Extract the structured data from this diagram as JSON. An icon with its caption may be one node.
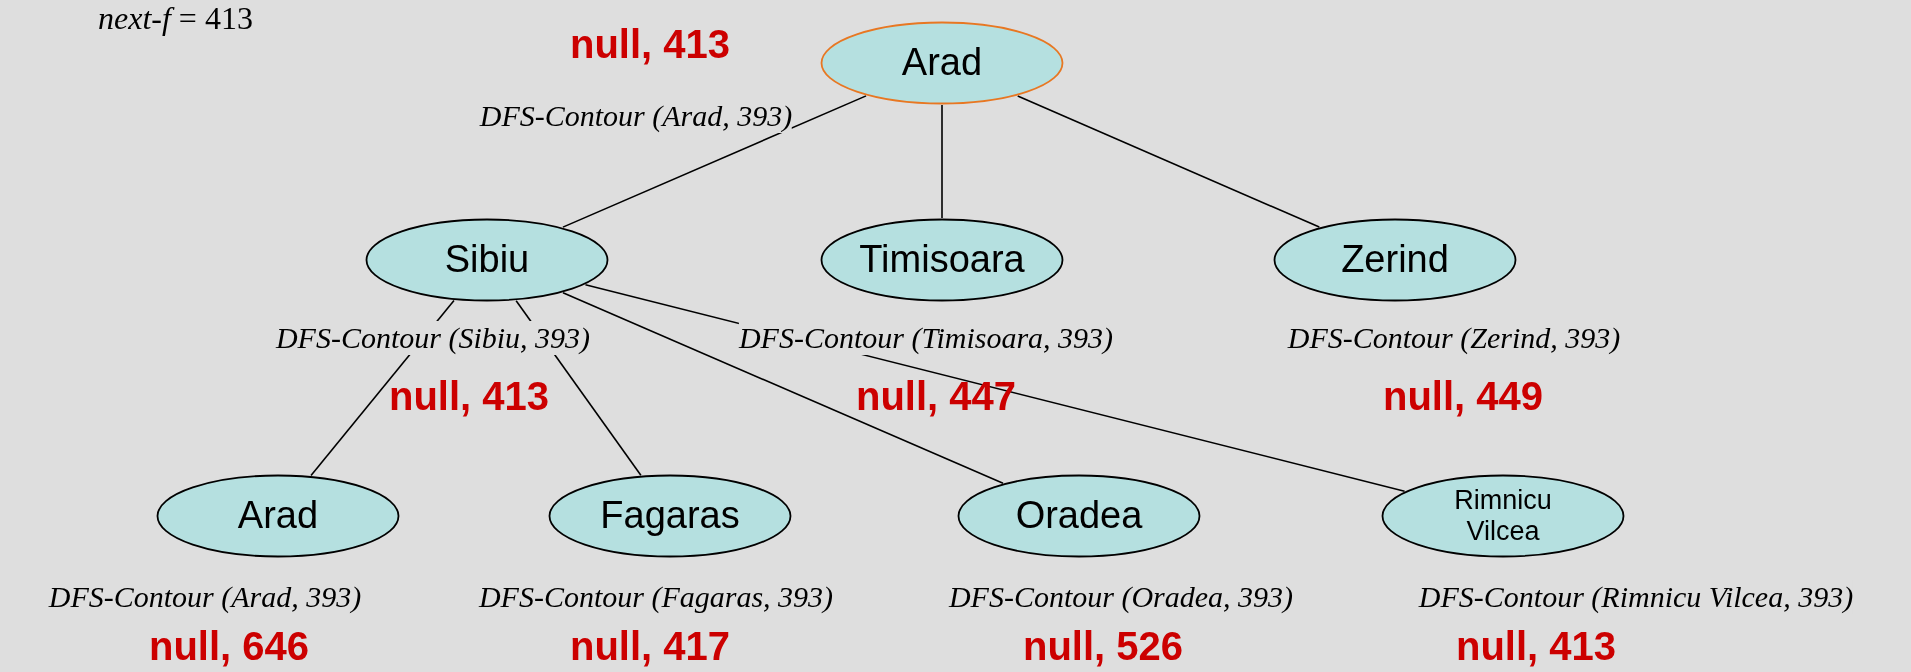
{
  "diagram": {
    "nodes": [
      {
        "text": [
          "Arad"
        ],
        "beside": [
          "DFS-Contour (Arad, 393)",
          "null, 413"
        ]
      },
      {
        "text": [
          "Sibiu"
        ],
        "beside": [
          "DFS-Contour (Sibiu, 393)",
          "null, 413"
        ]
      },
      {
        "text": [
          "Timisoara"
        ],
        "beside": [
          "DFS-Contour (Timisoara, 393)",
          "null, 447"
        ]
      },
      {
        "text": [
          "Zerind"
        ],
        "beside": [
          "DFS-Contour (Zerind, 393)",
          "null, 449"
        ]
      },
      {
        "text": [
          "Arad"
        ],
        "beside": [
          "DFS-Contour (Arad, 393)",
          "null, 646"
        ]
      },
      {
        "text": [
          "Fagaras"
        ],
        "beside": [
          "DFS-Contour (Fagaras, 393)",
          "null, 417"
        ]
      },
      {
        "text": [
          "Oradea"
        ],
        "beside": [
          "DFS-Contour (Oradea, 393)",
          "null, 526"
        ]
      },
      {
        "text": [
          "Rimnicu Vilcea"
        ],
        "beside": [
          "DFS-Contour (Rimnicu Vilcea, 393)",
          "null, 413"
        ]
      }
    ],
    "edges": [
      {
        "from": 0,
        "to": 1,
        "arrow": "none"
      },
      {
        "from": 0,
        "to": 2,
        "arrow": "none"
      },
      {
        "from": 0,
        "to": 3,
        "arrow": "none"
      },
      {
        "from": 1,
        "to": 4,
        "arrow": "none"
      },
      {
        "from": 1,
        "to": 5,
        "arrow": "none"
      },
      {
        "from": 1,
        "to": 6,
        "arrow": "none"
      },
      {
        "from": 1,
        "to": 7,
        "arrow": "none"
      }
    ],
    "labels": [
      "*next-f* = 413"
    ]
  }
}
